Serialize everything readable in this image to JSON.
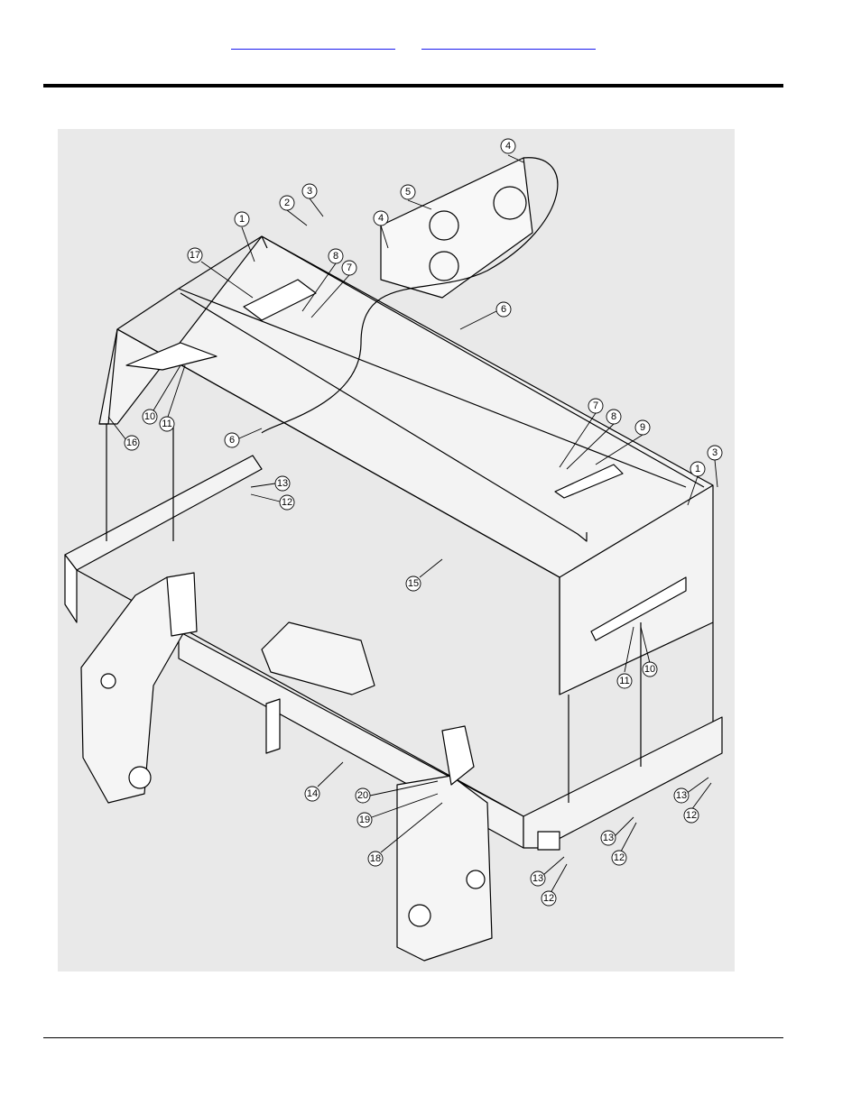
{
  "nav": {
    "link1": "",
    "link2": ""
  },
  "callouts": [
    "1",
    "2",
    "3",
    "4",
    "5",
    "6",
    "7",
    "8",
    "9",
    "10",
    "11",
    "12",
    "13",
    "14",
    "15",
    "16",
    "17",
    "18",
    "19",
    "20"
  ],
  "colors": {
    "background": "#e9e9e9",
    "line": "#000000",
    "link": "#1a1aee"
  }
}
